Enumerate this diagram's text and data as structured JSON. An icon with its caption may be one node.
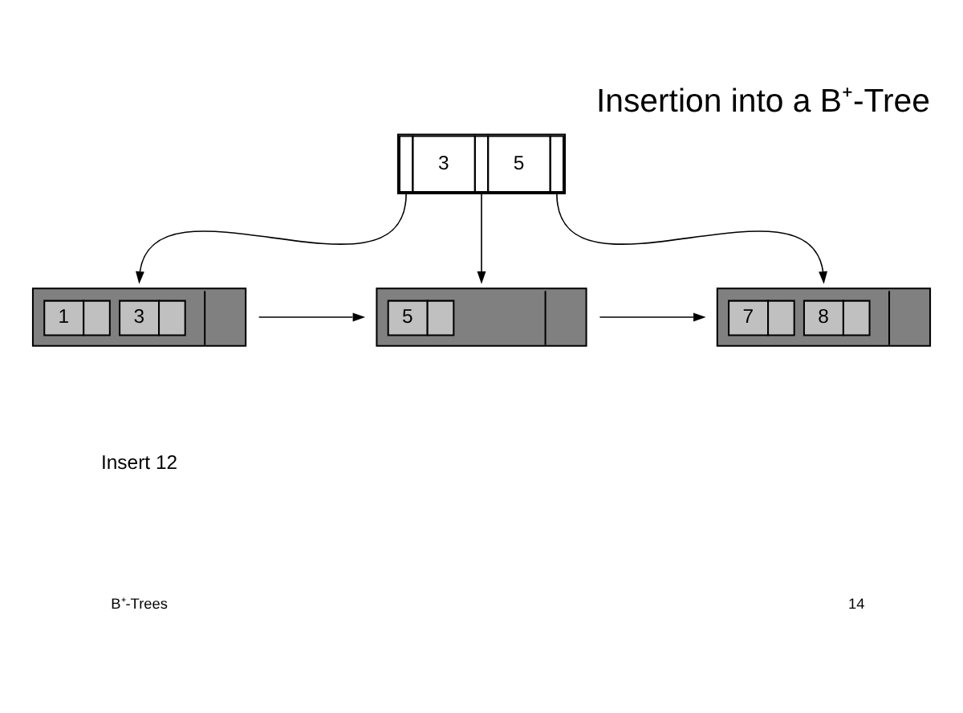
{
  "diagram": {
    "title": "Insertion into a B⁺-Tree",
    "nodes": [
      {
        "text": [
          "3",
          "5"
        ]
      },
      {
        "text": [
          "1",
          "3"
        ]
      },
      {
        "text": [
          "5"
        ]
      },
      {
        "text": [
          "7",
          "8"
        ]
      }
    ],
    "edges": [
      {
        "from": 0,
        "to": 1,
        "arrow": "to"
      },
      {
        "from": 0,
        "to": 2,
        "arrow": "to"
      },
      {
        "from": 0,
        "to": 3,
        "arrow": "to"
      },
      {
        "from": 1,
        "to": 2,
        "arrow": "to"
      },
      {
        "from": 2,
        "to": 3,
        "arrow": "to"
      }
    ],
    "labels": [
      "Insert 12",
      "B⁺-Trees",
      "14"
    ]
  }
}
